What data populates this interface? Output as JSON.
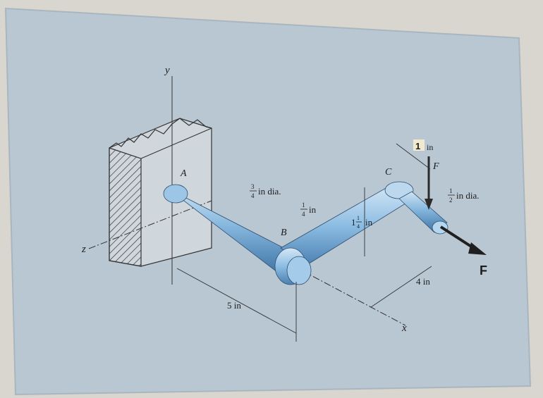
{
  "labels": {
    "axis_y": "y",
    "axis_z": "z",
    "axis_x": "x",
    "point_A": "A",
    "point_B": "B",
    "point_C": "C",
    "force_F_upper": "F",
    "force_F_lower": "F",
    "rod_ab_dia": "in dia.",
    "rod_ab_num": "3",
    "rod_ab_den": "4",
    "plate_thick_unit": "in",
    "plate_thick_num": "1",
    "plate_thick_den": "4",
    "plate_width_whole": "1",
    "plate_width_num": "1",
    "plate_width_den": "4",
    "plate_width_unit": "in",
    "pin_dia": "in dia.",
    "pin_dia_num": "1",
    "pin_dia_den": "2",
    "offset_value": "1",
    "offset_unit": "in",
    "dim_5in": "5 in",
    "dim_4in": "4 in"
  },
  "colors": {
    "paper": "#b8c6d2",
    "wall": "#c9d1d8",
    "rod": "#7fb2da",
    "rod_shadow": "#3f73a3",
    "force_arrow": "#2b2b2b",
    "highlight_box": "#f1ead0"
  }
}
